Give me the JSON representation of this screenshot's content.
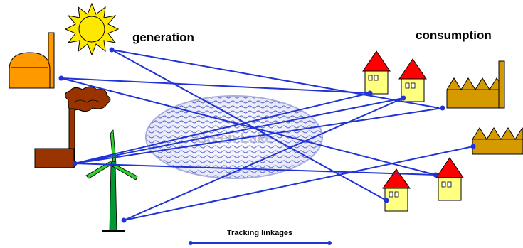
{
  "labels": {
    "generation": "generation",
    "consumption": "consumption",
    "lake": "Green Lake",
    "legend": "Tracking linkages"
  },
  "colors": {
    "link": "#1f33d6",
    "sun": "#ffe800",
    "roof": "#ff0000",
    "house": "#ffff80",
    "factory": "#d59a00",
    "plant": "#993300",
    "biogas": "#ff9900",
    "turbine_blade": "#33cc33",
    "turbine_tower": "#009933",
    "lake": "#a8acde"
  },
  "icons": [
    "sun-icon",
    "biogas-plant-icon",
    "coal-plant-icon",
    "wind-turbine-icon",
    "house-icon",
    "factory-icon"
  ]
}
